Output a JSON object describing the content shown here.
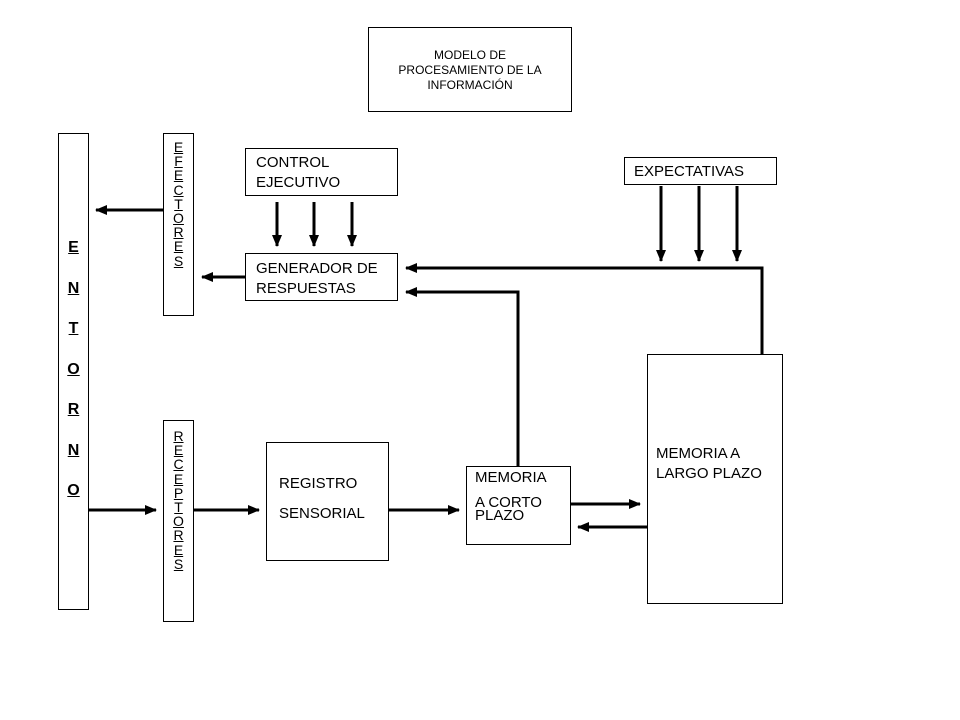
{
  "title": "MODELO DE\nPROCESAMIENTO  DE LA\nINFORMACIÓN",
  "entorno": [
    "E",
    "N",
    "T",
    "O",
    "R",
    "N",
    "O"
  ],
  "efectores": [
    "E",
    "F",
    "E",
    "C",
    "T",
    "O",
    "R",
    "E",
    "S"
  ],
  "receptores": [
    "R",
    "E",
    "C",
    "E",
    "P",
    "T",
    "O",
    "R",
    "E",
    "S"
  ],
  "control_ejecutivo": "CONTROL\nEJECUTIVO",
  "generador": "GENERADOR DE\nRESPUESTAS",
  "expectativas": "EXPECTATIVAS",
  "registro_sensorial": "REGISTRO\n\nSENSORIAL",
  "memoria_corto": "MEMORIA\n\nA CORTO\n PLAZO",
  "memoria_largo": "MEMORIA A\nLARGO PLAZO"
}
